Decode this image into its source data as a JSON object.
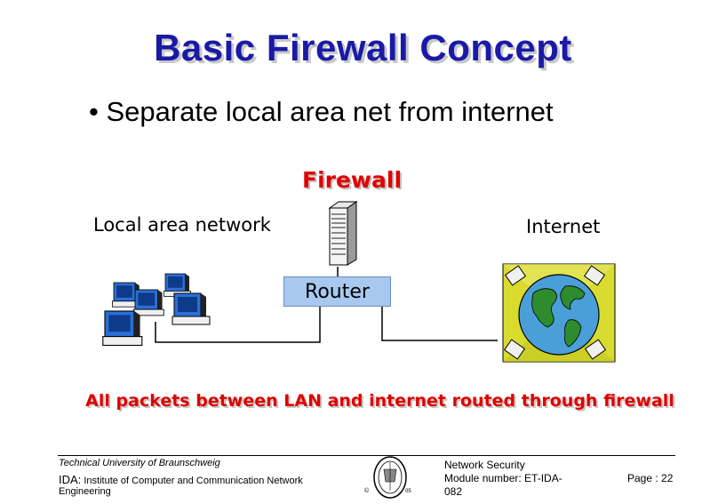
{
  "slide": {
    "title": "Basic Firewall Concept",
    "bullet": "• Separate local area net from internet"
  },
  "diagram": {
    "firewall_label": "Firewall",
    "lan_label": "Local area network",
    "internet_label": "Internet",
    "router_label": "Router",
    "caption": "All packets between LAN and internet routed through firewall",
    "icons": [
      "lan-computers-icon",
      "firewall-server-icon",
      "internet-globe-icon"
    ]
  },
  "footer": {
    "university": "Technical University of Braunschweig",
    "ida_prefix": "IDA:",
    "institute": " Institute of Computer and Communication Network",
    "institute_cont": "Engineering",
    "course_line1": "Network Security",
    "course_line2": "Module number: ET-IDA-",
    "course_line3": "082",
    "page": "Page : 22",
    "copyright": "©",
    "seal_year": "05"
  },
  "colors": {
    "title": "#1a1aa6",
    "highlight": "#e00000",
    "router_fill": "#a8c8ef",
    "globe_background": "#d9dc2e",
    "ocean": "#4a9fd8",
    "land": "#2e8b2e"
  }
}
